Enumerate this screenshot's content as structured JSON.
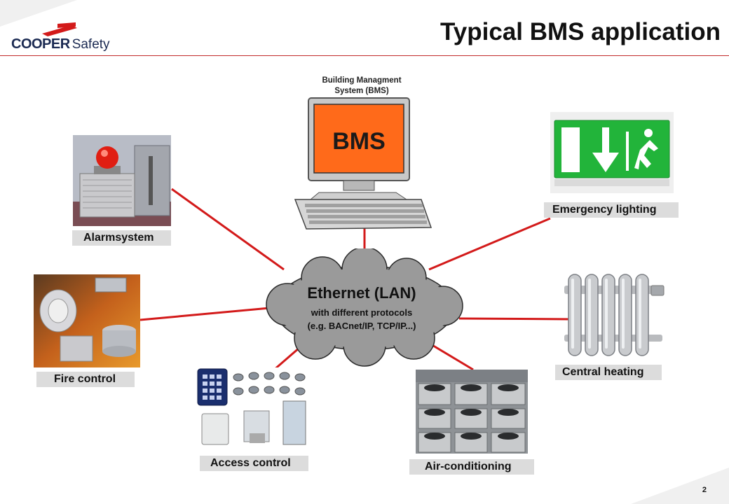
{
  "header": {
    "title": "Typical BMS application",
    "logo_brand": "COOPER",
    "logo_product": "Safety"
  },
  "bms": {
    "caption_line1": "Building Managment",
    "caption_line2": "System (BMS)",
    "screen_text": "BMS"
  },
  "network": {
    "title": "Ethernet (LAN)",
    "subtitle_line1": "with different protocols",
    "subtitle_line2": "(e.g. BACnet/IP, TCP/IP...)"
  },
  "subsystems": {
    "alarm": "Alarmsystem",
    "fire": "Fire control",
    "access": "Access control",
    "aircon": "Air-conditioning",
    "heating": "Central heating",
    "lighting": "Emergency lighting"
  },
  "footer": {
    "page_number": "2"
  },
  "colors": {
    "accent_red": "#d31a1a",
    "bms_orange": "#ff6a1a",
    "cloud_gray": "#9a9a9a",
    "exit_green": "#22b43a"
  }
}
